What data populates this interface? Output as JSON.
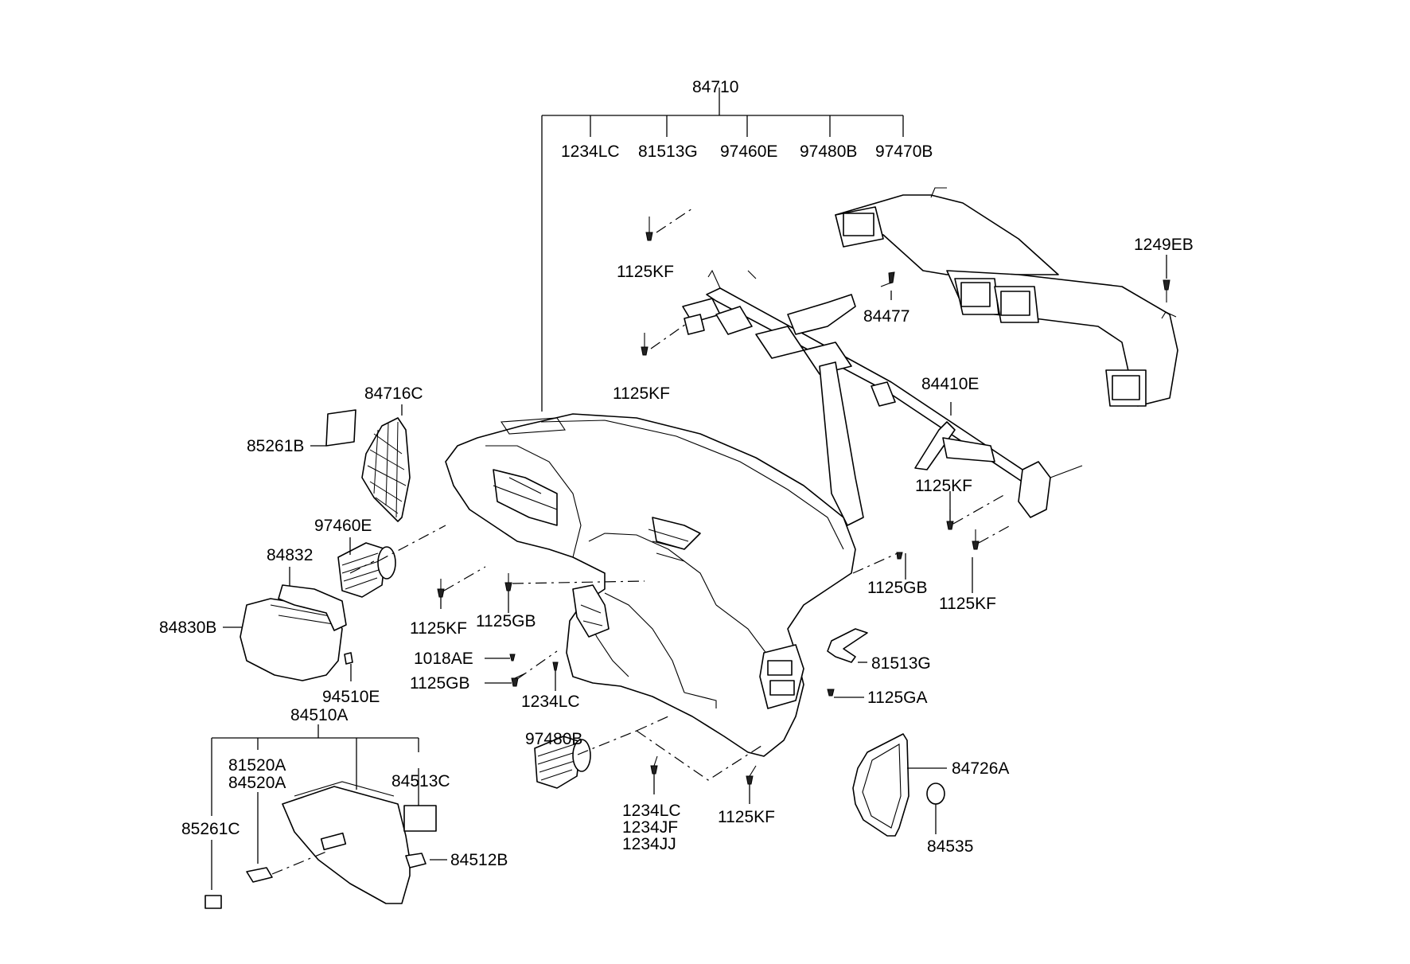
{
  "labels": {
    "top_assembly": "84710",
    "sub_1234LC": "1234LC",
    "sub_81513G": "81513G",
    "sub_97460E": "97460E",
    "sub_97480B": "97480B",
    "sub_97470B": "97470B",
    "l_1249EB": "1249EB",
    "l_1125KF_a": "1125KF",
    "l_84477": "84477",
    "l_1125KF_b": "1125KF",
    "l_84410E": "84410E",
    "l_1125KF_c": "1125KF",
    "l_1125GB_r": "1125GB",
    "l_1125KF_d": "1125KF",
    "l_84716C": "84716C",
    "l_85261B": "85261B",
    "l_97460E": "97460E",
    "l_84832": "84832",
    "l_84830B": "84830B",
    "l_94510E": "94510E",
    "l_1125KF_e": "1125KF",
    "l_1125GB_a": "1125GB",
    "l_1018AE": "1018AE",
    "l_1125GB_b": "1125GB",
    "l_1234LC": "1234LC",
    "l_81513G": "81513G",
    "l_1125GA": "1125GA",
    "l_84510A": "84510A",
    "l_81520A": "81520A",
    "l_84520A": "84520A",
    "l_84513C": "84513C",
    "l_85261C": "85261C",
    "l_84512B": "84512B",
    "l_97480B": "97480B",
    "l_1234LC_b": "1234LC",
    "l_1234JF": "1234JF",
    "l_1234JJ": "1234JJ",
    "l_1125KF_f": "1125KF",
    "l_84726A": "84726A",
    "l_84535": "84535"
  }
}
